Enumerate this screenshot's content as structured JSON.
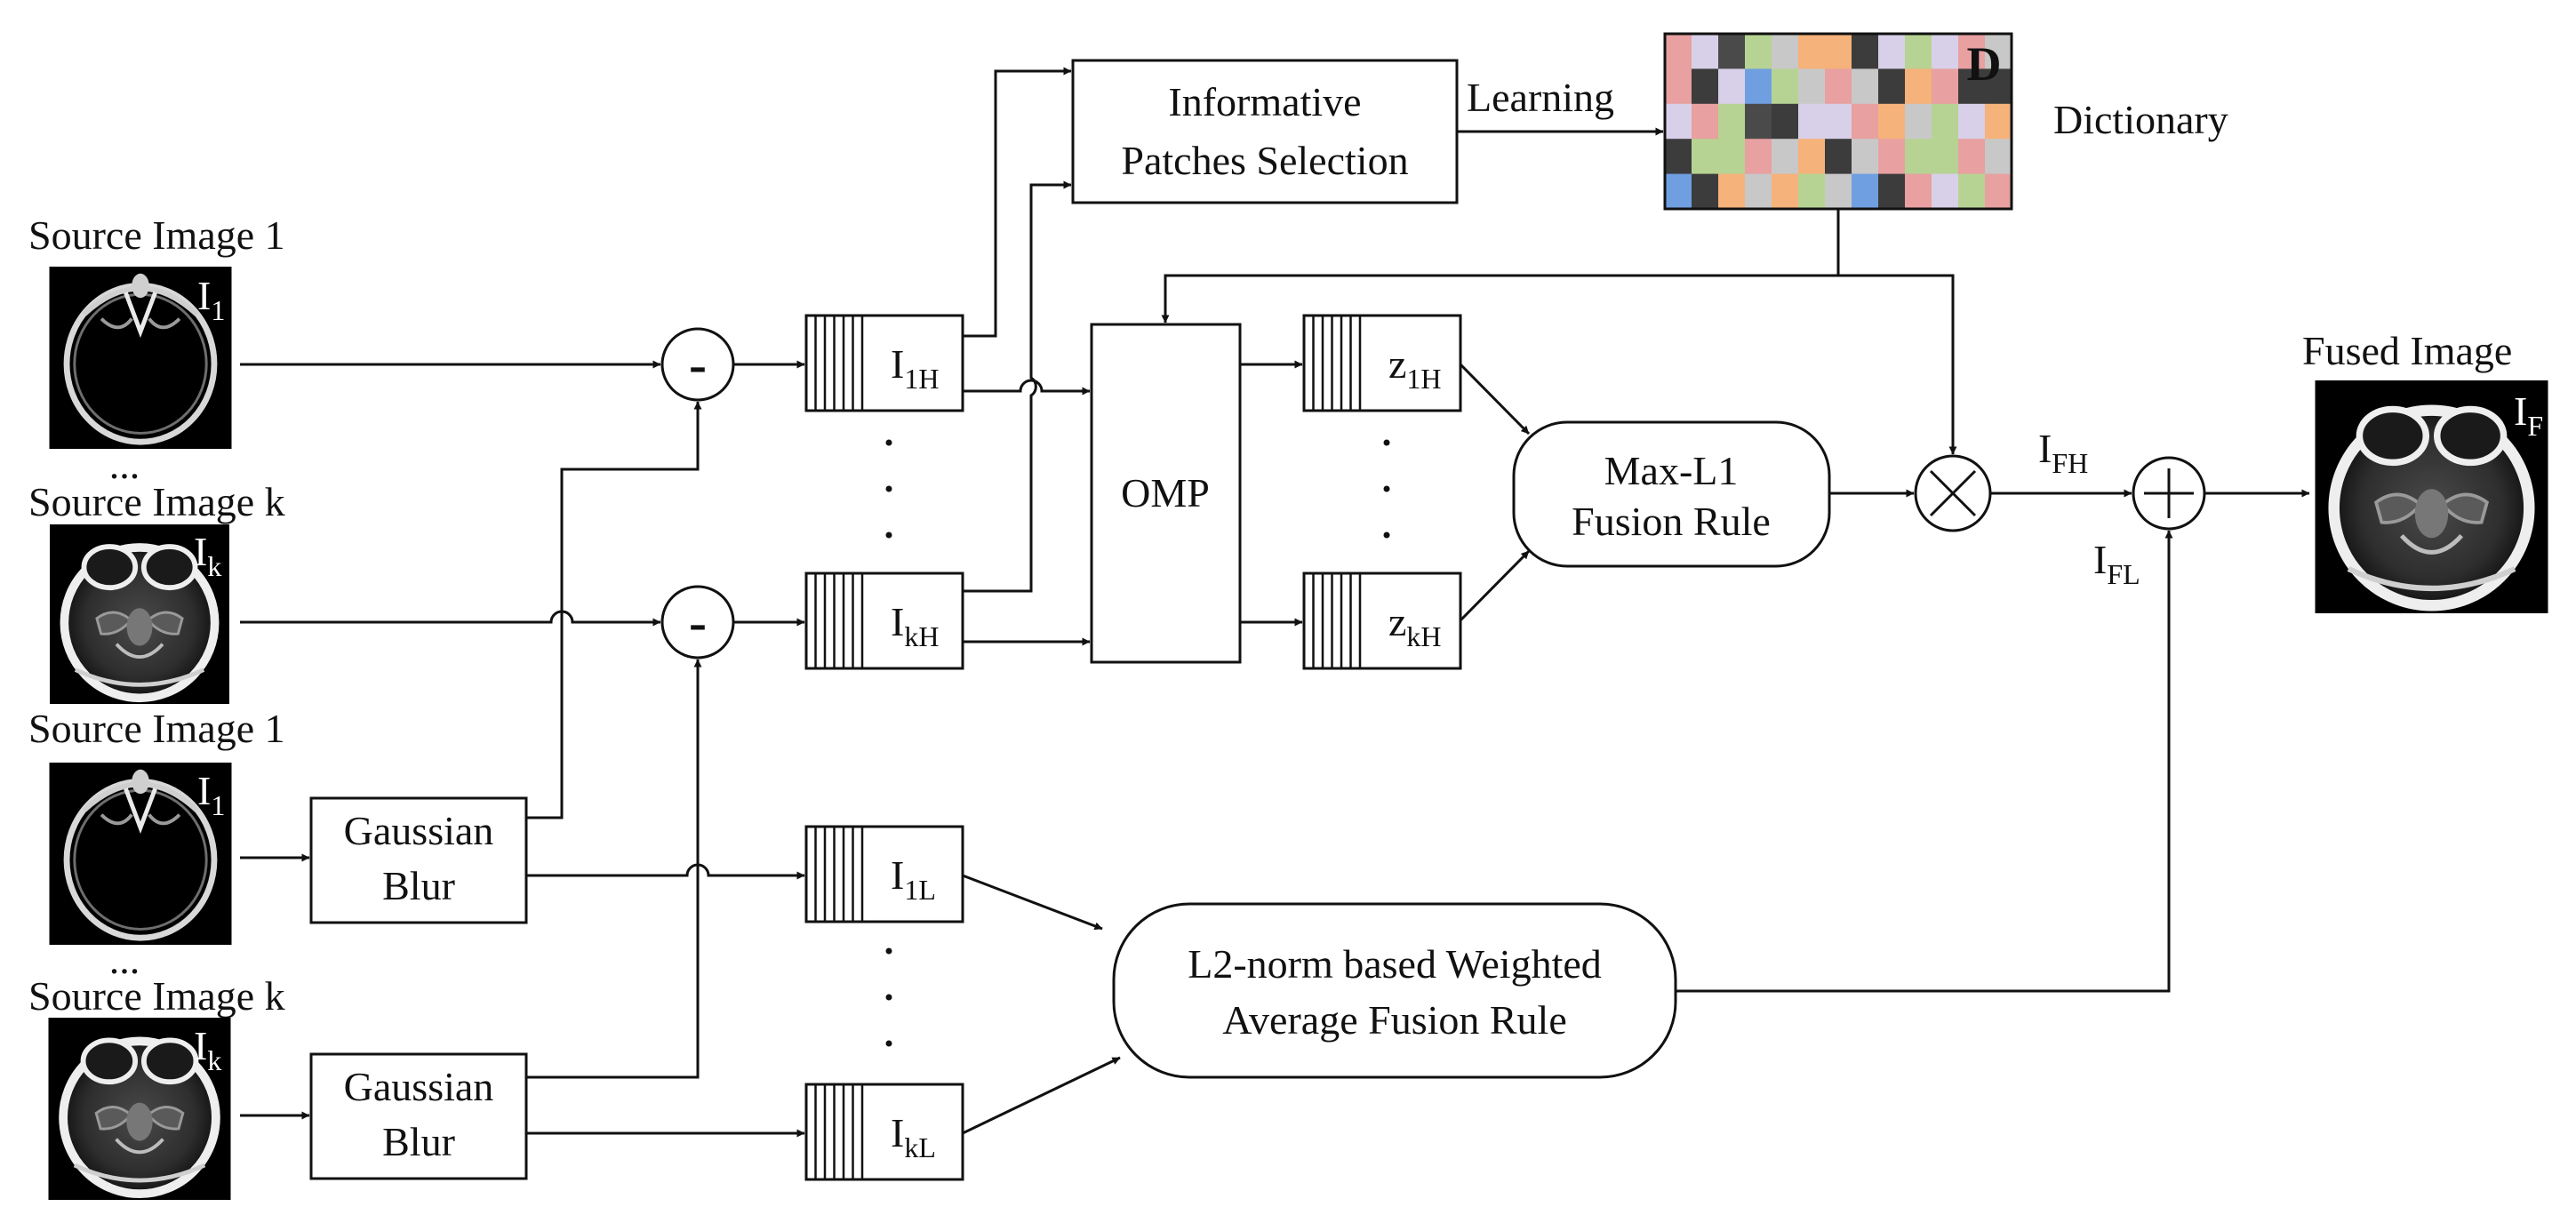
{
  "sources": {
    "s1_top": {
      "label": "Source Image 1",
      "symbol": "I",
      "sub": "1"
    },
    "sk_top": {
      "label": "Source Image k",
      "symbol": "I",
      "sub": "k"
    },
    "s1_bottom": {
      "label": "Source Image 1",
      "symbol": "I",
      "sub": "1"
    },
    "sk_bottom": {
      "label": "Source Image k",
      "symbol": "I",
      "sub": "k"
    },
    "ellipsis": "..."
  },
  "blocks": {
    "gaussian_blur": [
      "Gaussian",
      "Blur"
    ],
    "informative_patches": [
      "Informative",
      "Patches Selection"
    ],
    "omp": "OMP",
    "max_l1": [
      "Max-L1",
      "Fusion Rule"
    ],
    "l2_norm": [
      "L2-norm based Weighted",
      "Average Fusion Rule"
    ]
  },
  "edges": {
    "learning": "Learning"
  },
  "dictionary": {
    "label": "Dictionary",
    "symbol": "D",
    "colors": [
      [
        "#e8a0a0",
        "#d8d0e8",
        "#4a4a4a",
        "#b7d393",
        "#c8c8c8",
        "#f5b27a",
        "#f5b27a",
        "#3c3c3c",
        "#d8d0e8",
        "#b7d393",
        "#d8d0e8",
        "#e8a0a0",
        "#c8c8c8"
      ],
      [
        "#e8a0a0",
        "#3c3c3c",
        "#d8d0e8",
        "#6f9fe0",
        "#b7d393",
        "#c8c8c8",
        "#e8a0a0",
        "#c8c8c8",
        "#3c3c3c",
        "#f5b27a",
        "#e8a0a0",
        "#3c3c3c",
        "#3c3c3c"
      ],
      [
        "#d8d0e8",
        "#e8a0a0",
        "#b7d393",
        "#4a4a4a",
        "#3c3c3c",
        "#d8d0e8",
        "#d8d0e8",
        "#e8a0a0",
        "#f5b27a",
        "#c8c8c8",
        "#b7d393",
        "#d8d0e8",
        "#f5b27a"
      ],
      [
        "#3c3c3c",
        "#b7d393",
        "#b7d393",
        "#e8a0a0",
        "#c8c8c8",
        "#f5b27a",
        "#3c3c3c",
        "#c8c8c8",
        "#e8a0a0",
        "#b7d393",
        "#b7d393",
        "#e8a0a0",
        "#c8c8c8"
      ],
      [
        "#6f9fe0",
        "#3c3c3c",
        "#f5b27a",
        "#c8c8c8",
        "#f5b27a",
        "#b7d393",
        "#c8c8c8",
        "#6f9fe0",
        "#3c3c3c",
        "#e8a0a0",
        "#d8d0e8",
        "#b7d393",
        "#e8a0a0"
      ]
    ]
  },
  "stacks": {
    "i1h": {
      "symbol": "I",
      "sub": "1H"
    },
    "ikh": {
      "symbol": "I",
      "sub": "kH"
    },
    "z1h": {
      "symbol": "z",
      "sub": "1H"
    },
    "zkh": {
      "symbol": "z",
      "sub": "kH"
    },
    "i1l": {
      "symbol": "I",
      "sub": "1L"
    },
    "ikl": {
      "symbol": "I",
      "sub": "kL"
    }
  },
  "operators": {
    "minus": "-",
    "times": "×",
    "plus": "+"
  },
  "signals": {
    "ifh": {
      "symbol": "I",
      "sub": "FH"
    },
    "ifl": {
      "symbol": "I",
      "sub": "FL"
    }
  },
  "output": {
    "label": "Fused Image",
    "symbol": "I",
    "sub": "F"
  }
}
